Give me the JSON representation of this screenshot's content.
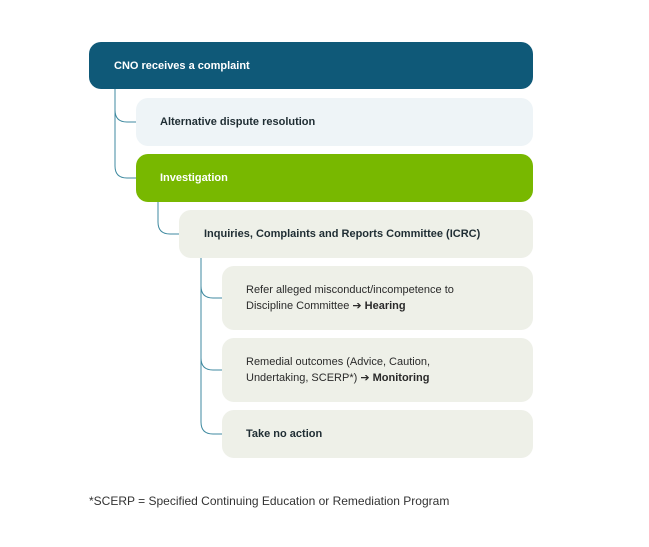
{
  "nodes": {
    "cno": "CNO receives a complaint",
    "adr": "Alternative dispute resolution",
    "investigation": "Investigation",
    "icrc": "Inquiries, Complaints and Reports Committee (ICRC)",
    "refer_text": "Refer alleged misconduct/incompetence to Discipline Committee",
    "refer_arrow": "➔",
    "refer_outcome": "Hearing",
    "remedial_text": "Remedial outcomes (Advice, Caution, Undertaking, SCERP*)",
    "remedial_arrow": "➔",
    "remedial_outcome": "Monitoring",
    "no_action": "Take no action"
  },
  "footnote": "*SCERP = Specified Continuing Education or Remediation Program",
  "colors": {
    "cno": "#0f5978",
    "adr": "#eef4f7",
    "investigation": "#78b800",
    "icrc_branch": "#eef0e8",
    "connector": "#3f8aa0"
  }
}
